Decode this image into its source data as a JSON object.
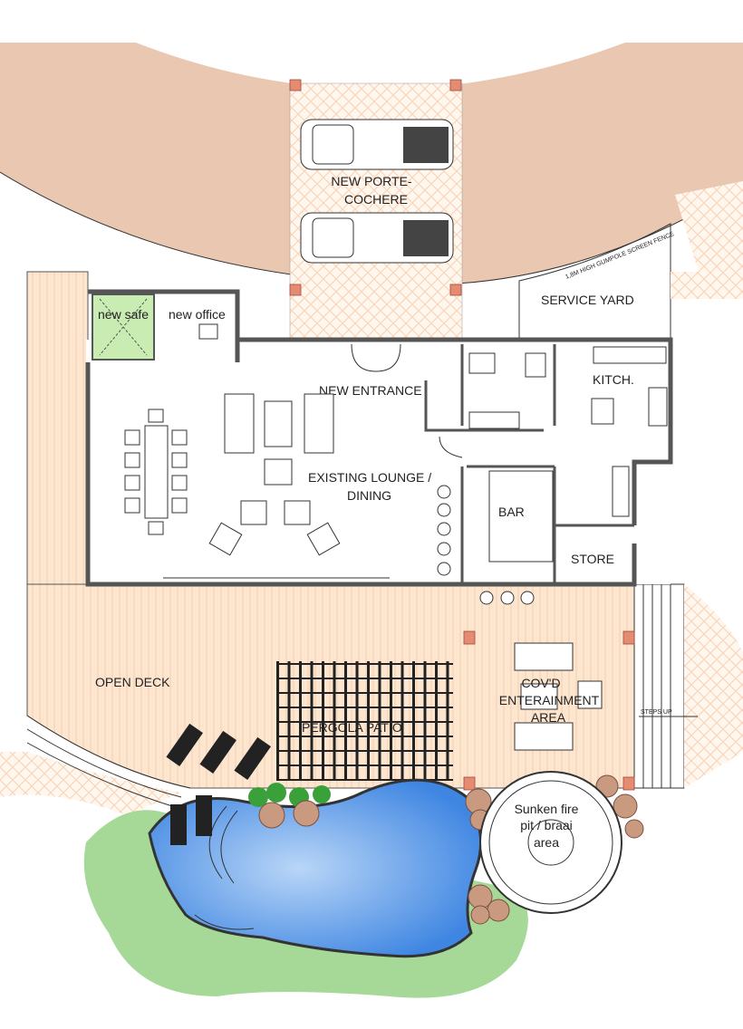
{
  "plan": {
    "labels": {
      "porte_cochere_1": "NEW PORTE-",
      "porte_cochere_2": "COCHERE",
      "service_yard": "SERVICE YARD",
      "fence_note": "1,8M HIGH GUMPOLE SCREEN FENCE",
      "new_safe": "new safe",
      "new_office": "new office",
      "new_entrance": "NEW ENTRANCE",
      "kitchen": "KITCH.",
      "lounge_1": "EXISTING LOUNGE /",
      "lounge_2": "DINING",
      "bar": "BAR",
      "store": "STORE",
      "open_deck": "OPEN DECK",
      "pergola": "PERGOLA PATIO",
      "covd_1": "COV'D",
      "covd_2": "ENTERAINMENT",
      "covd_3": "AREA",
      "steps_up": "STEPS UP",
      "fire_1": "Sunken fire",
      "fire_2": "pit / braai",
      "fire_3": "area"
    },
    "colors": {
      "driveway": "#e9c7b1",
      "deck": "#fde6d0",
      "pool": "#4a8ee6",
      "lawn": "#a6d898",
      "pillar": "#e58b72",
      "safe_room": "#c9ecb3"
    }
  }
}
